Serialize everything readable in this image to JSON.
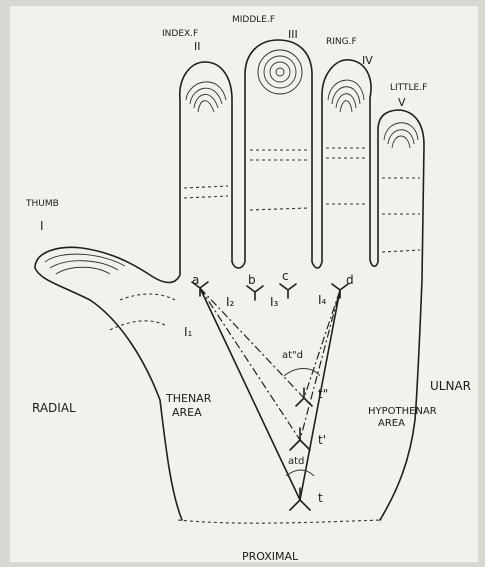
{
  "digits": {
    "index": {
      "name": "INDEX.F",
      "numeral": "II"
    },
    "middle": {
      "name": "MIDDLE.F",
      "numeral": "III"
    },
    "ring": {
      "name": "RING.F",
      "numeral": "IV"
    },
    "little": {
      "name": "LITTLE.F",
      "numeral": "V"
    },
    "thumb": {
      "name": "THUMB",
      "numeral": "I"
    }
  },
  "triradii": {
    "a": "a",
    "b": "b",
    "c": "c",
    "d": "d",
    "t": "t",
    "t_prime": "t'",
    "t_double_prime": "t\""
  },
  "interdigital": {
    "i1": "I₁",
    "i2": "I₂",
    "i3": "I₃",
    "i4": "I₄"
  },
  "angles": {
    "atd_upper": "at\"d",
    "atd_lower": "atd"
  },
  "regions": {
    "radial": "RADIAL",
    "ulnar": "ULNAR",
    "thenar_1": "THENAR",
    "thenar_2": "AREA",
    "hypothenar_1": "HYPOTHENAR",
    "hypothenar_2": "AREA",
    "proximal": "PROXIMAL"
  },
  "colors": {
    "paper": "#f3f1ec",
    "ink": "#1f1f1f",
    "background": "#d9d7d2"
  }
}
